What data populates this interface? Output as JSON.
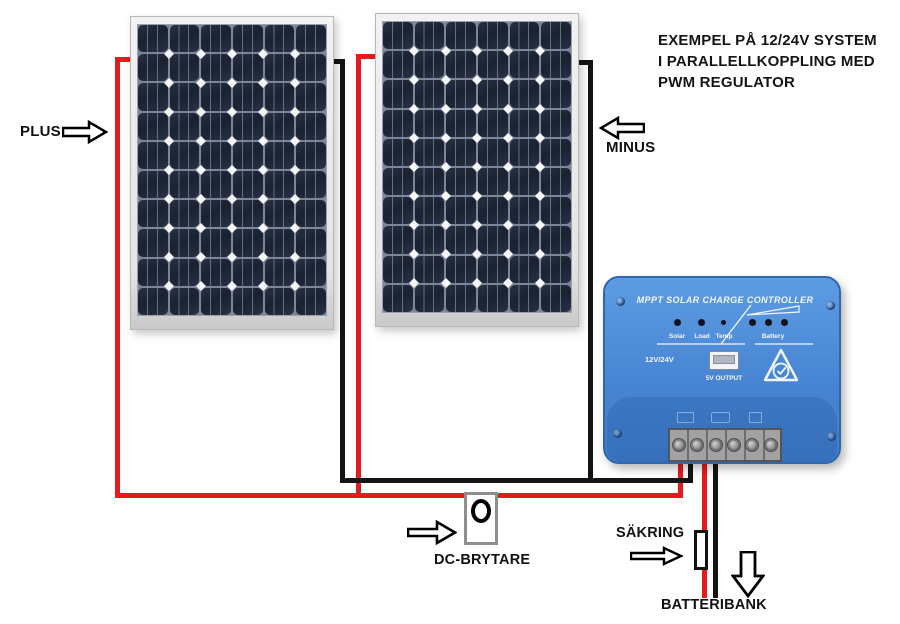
{
  "title": {
    "lines": [
      "EXEMPEL PÅ 12/24V SYSTEM",
      "I PARALLELLKOPPLING MED",
      "PWM REGULATOR"
    ]
  },
  "annotations": {
    "plus_label": "PLUS",
    "minus_label": "MINUS",
    "dc_switch_label": "DC-BRYTARE",
    "fuse_label": "SÄKRING",
    "battery_bank_label": "BATTERIBANK"
  },
  "charge_controller": {
    "title": "MPPT SOLAR CHARGE CONTROLLER",
    "led_labels": {
      "solar": "Solar",
      "load": "Load",
      "temp": "Temp",
      "battery": "Battery"
    },
    "voltage_label": "12V/24V",
    "usb_label": "5V OUTPUT"
  },
  "colors": {
    "positive_wire": "#e8191f",
    "negative_wire": "#141414",
    "controller_body": "#4886d4",
    "panel_cell": "#1c2434"
  }
}
